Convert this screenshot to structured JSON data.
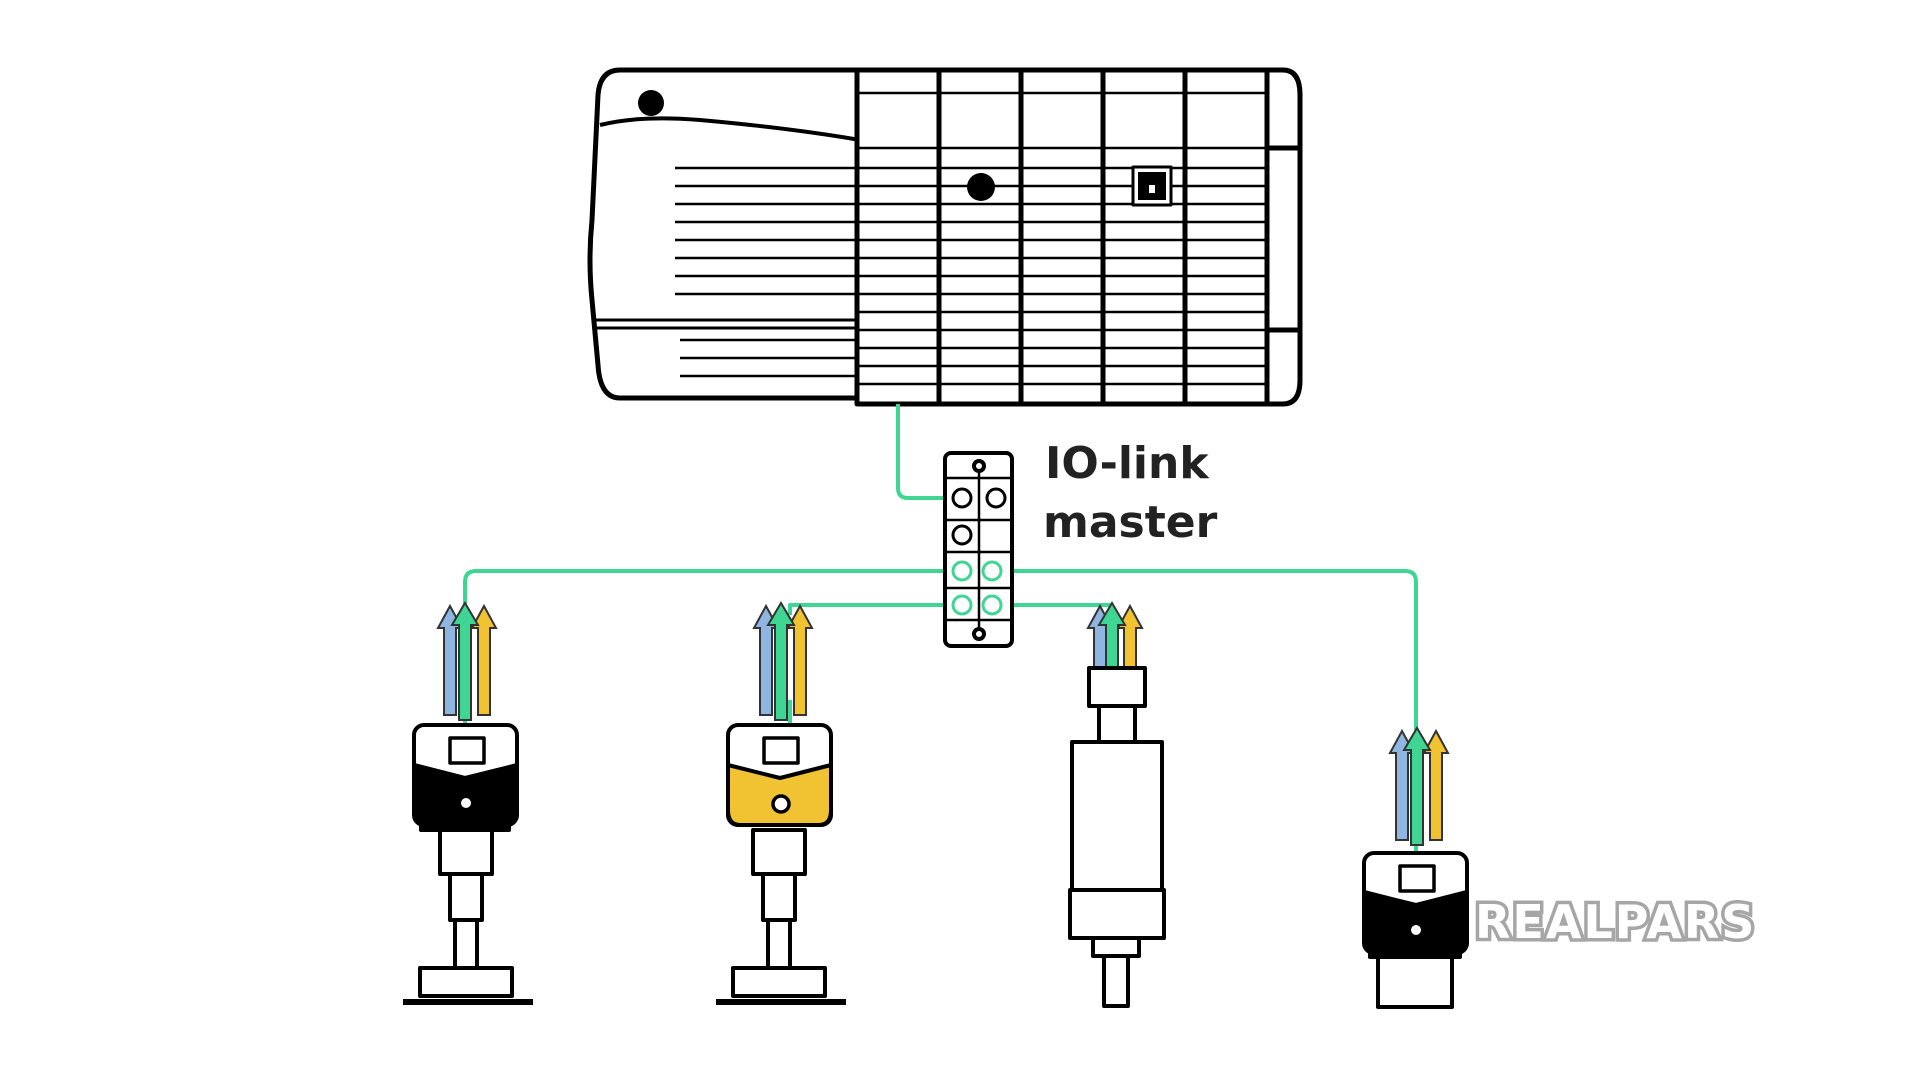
{
  "diagram": {
    "master_label_line1": "IO-link",
    "master_label_line2": "master",
    "watermark": "REALPARS"
  },
  "colors": {
    "cable": "#3fd693",
    "arrow_blue": "#8fb6e0",
    "arrow_green": "#3fd693",
    "arrow_yellow": "#f1c232",
    "device_fill_black": "#000000",
    "device_fill_yellow": "#f1c232",
    "outline": "#000000",
    "watermark": "#a6a6a6"
  },
  "icons": {
    "plc": "plc-rack",
    "master": "io-link-master-block",
    "devices": [
      "black-level-sensor",
      "yellow-level-sensor",
      "pressure-transmitter",
      "black-proximity-sensor"
    ]
  }
}
